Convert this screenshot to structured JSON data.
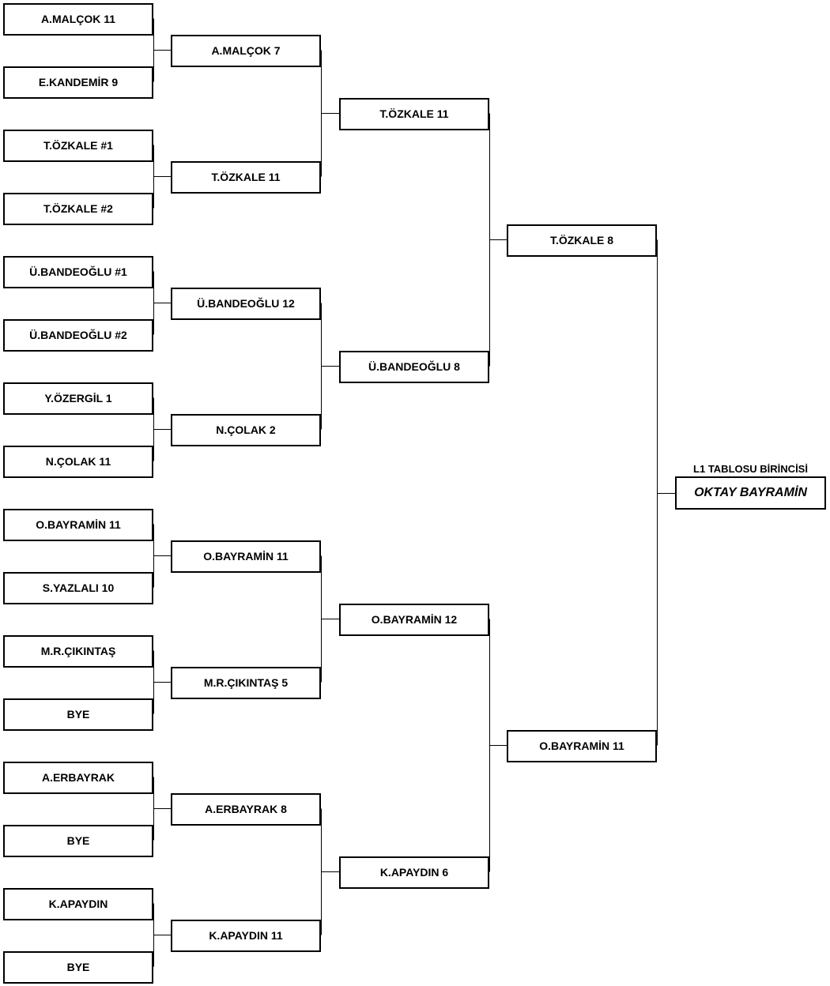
{
  "rounds": [
    [
      "A.MALÇOK  11",
      "E.KANDEMİR  9",
      "T.ÖZKALE #1",
      "T.ÖZKALE #2",
      "Ü.BANDEOĞLU #1",
      "Ü.BANDEOĞLU #2",
      "Y.ÖZERGİL  1",
      "N.ÇOLAK  11",
      "O.BAYRAMİN  11",
      "S.YAZLALI  10",
      "M.R.ÇIKINTAŞ",
      "BYE",
      "A.ERBAYRAK",
      "BYE",
      "K.APAYDIN",
      "BYE"
    ],
    [
      "A.MALÇOK  7",
      "T.ÖZKALE  11",
      "Ü.BANDEOĞLU  12",
      "N.ÇOLAK  2",
      "O.BAYRAMİN  11",
      "M.R.ÇIKINTAŞ  5",
      "A.ERBAYRAK  8",
      "K.APAYDIN  11"
    ],
    [
      "T.ÖZKALE  11",
      "Ü.BANDEOĞLU  8",
      "O.BAYRAMİN  12",
      "K.APAYDIN  6"
    ],
    [
      "T.ÖZKALE  8",
      "O.BAYRAMİN  11"
    ]
  ],
  "champion": {
    "title": "L1 TABLOSU BİRİNCİSİ",
    "name": "OKTAY BAYRAMİN"
  }
}
